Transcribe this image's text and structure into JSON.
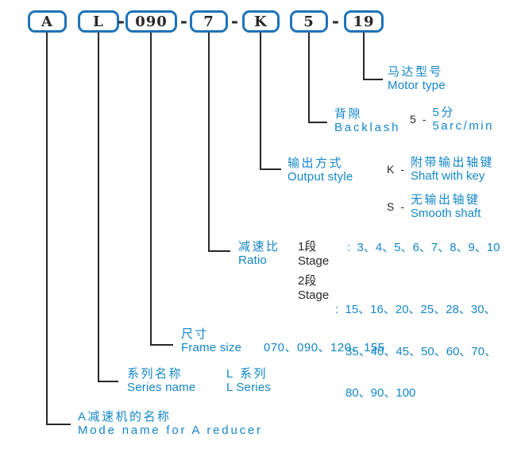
{
  "colors": {
    "box_border": "#1e73b8",
    "blue": "#1387c9",
    "dark": "#2a2627",
    "background": "#ffffff"
  },
  "model_code": {
    "segments": [
      "A",
      "L",
      "090",
      "7",
      "K",
      "5",
      "19"
    ],
    "separator": "-"
  },
  "sections": {
    "dash": "-",
    "motor_type": {
      "zh": "马达型号",
      "en": "Motor type"
    },
    "backlash": {
      "zh": "背隙",
      "en": "Backlash",
      "option": {
        "code": "5",
        "zh": "5分",
        "en": "5arc/min"
      }
    },
    "output_style": {
      "zh": "输出方式",
      "en": "Output style",
      "options": [
        {
          "code": "K",
          "zh": "附带输出轴键",
          "en": "Shaft with key"
        },
        {
          "code": "S",
          "zh": "无输出轴键",
          "en": "Smooth shaft"
        }
      ]
    },
    "ratio": {
      "zh": "减速比",
      "en": "Ratio",
      "stages": [
        {
          "zh": "1段",
          "en": "Stage",
          "values": ":  3、4、5、6、7、8、9、10"
        },
        {
          "zh": "2段",
          "en": "Stage",
          "line1": ":  15、16、20、25、28、30、",
          "line2": "35、40、45、50、60、70、",
          "line3": "80、90、100"
        }
      ]
    },
    "frame_size": {
      "zh": "尺寸",
      "en": "Frame size",
      "values": "070、090、120、155"
    },
    "series_name": {
      "zh": "系列名称",
      "en": "Series name",
      "value_zh": "L 系列",
      "value_en": "L Series"
    },
    "reducer_name": {
      "zh": "A减速机的名称",
      "en": "Mode name for A reducer"
    }
  }
}
